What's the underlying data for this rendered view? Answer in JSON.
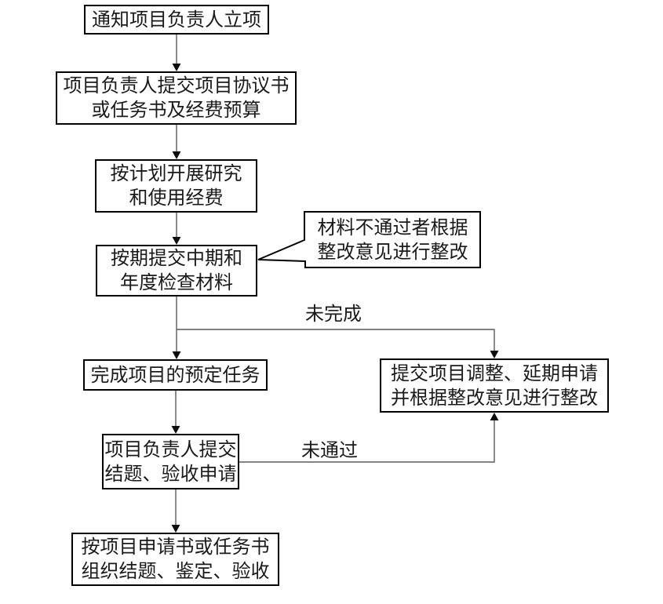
{
  "flowchart": {
    "steps": {
      "notify": {
        "lines": [
          "通知项目负责人立项"
        ]
      },
      "agreement": {
        "lines": [
          "项目负责人提交项目协议书",
          "或任务书及经费预算"
        ]
      },
      "research": {
        "lines": [
          "按计划开展研究",
          "和使用经费"
        ]
      },
      "inspection": {
        "lines": [
          "按期提交中期和",
          "年度检查材料"
        ]
      },
      "callout": {
        "lines": [
          "材料不通过者根据",
          "整改意见进行整改"
        ]
      },
      "complete": {
        "lines": [
          "完成项目的预定任务"
        ]
      },
      "adjustment": {
        "lines": [
          "提交项目调整、延期申请",
          "并根据整改意见进行整改"
        ]
      },
      "acceptapply": {
        "lines": [
          "项目负责人提交",
          "结题、验收申请"
        ]
      },
      "organize": {
        "lines": [
          "按项目申请书或任务书",
          "组织结题、鉴定、验收"
        ]
      }
    },
    "edge_labels": {
      "not_completed": "未完成",
      "not_passed": "未通过"
    },
    "colors": {
      "box_border": "#000000",
      "connector": "#5a5a5a",
      "arrowhead": "#0d0d0d",
      "background": "#ffffff",
      "text": "#1a1a1a"
    }
  }
}
